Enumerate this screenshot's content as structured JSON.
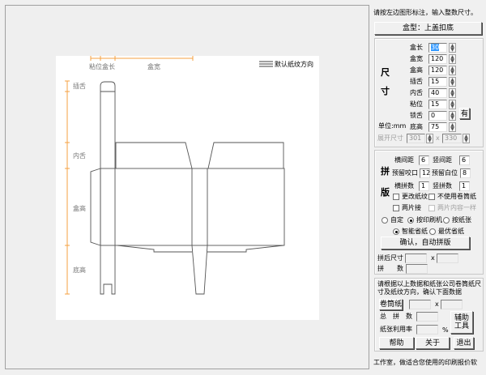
{
  "drawing": {
    "dim_labels_top": {
      "glue": "粘位",
      "length": "盒长",
      "width": "盒宽"
    },
    "dim_labels_left": {
      "tuck": "插舌",
      "inner": "内舌",
      "height": "盒高",
      "bottom": "底高"
    },
    "grain_legend": "默认纸纹方向",
    "accent_color": "#f5a040",
    "line_color": "#404040"
  },
  "panel": {
    "instruction": "请按左边图形标注，输入整数尺寸。",
    "box_type_button": "盒型：上盖扣底",
    "size_group": {
      "title_chars": [
        "尺",
        "寸"
      ],
      "unit": "单位:mm",
      "fields": [
        {
          "label": "盒长",
          "value": "30"
        },
        {
          "label": "盒宽",
          "value": "120"
        },
        {
          "label": "盒高",
          "value": "120"
        },
        {
          "label": "插舌",
          "value": "15"
        },
        {
          "label": "内舌",
          "value": "40"
        },
        {
          "label": "粘位",
          "value": "15"
        },
        {
          "label": "锁舌",
          "value": "0"
        },
        {
          "label": "底高",
          "value": "75"
        }
      ],
      "lock_button": "有",
      "unfold_label": "展开尺寸",
      "unfold_w": "301",
      "unfold_x": "x",
      "unfold_h": "330"
    },
    "layout_group": {
      "title_chars": [
        "拼",
        "版"
      ],
      "h_gap_label": "横间距",
      "h_gap": "6",
      "v_gap_label": "竖间距",
      "v_gap": "6",
      "bite_label": "预留咬口",
      "bite": "12",
      "margin_label": "预留白位",
      "margin": "8",
      "h_count_label": "横拼数",
      "h_count": "1",
      "v_count_label": "竖拼数",
      "v_count": "1",
      "cb_grain": "更改纸纹",
      "cb_no_roll": "不使用卷筒纸",
      "cb_two_piece": "两片接",
      "cb_same": "两片内容一样",
      "radio_custom": "自定",
      "radio_press": "按印刷机",
      "radio_paper": "按纸张",
      "radio_smart": "智能省纸",
      "radio_best": "最优省纸",
      "auto_button": "确认，自动拼版",
      "result_size_label": "拼后尺寸",
      "result_x": "x",
      "result_count_label": "拼　　数"
    },
    "roll_group": {
      "note": "请根据以上数据和纸张公司卷筒纸尺寸及纸纹方向，确认下面数据",
      "roll_button": "卷筒纸",
      "roll_x": "x",
      "total_label": "总　拼　数",
      "usage_label": "纸张利用率",
      "percent": "%",
      "tool_button": "辅助工具"
    },
    "help_button": "帮助",
    "about_button": "关于",
    "exit_button": "退出",
    "status": "工作室，做适合您使用的印刷报价软"
  }
}
